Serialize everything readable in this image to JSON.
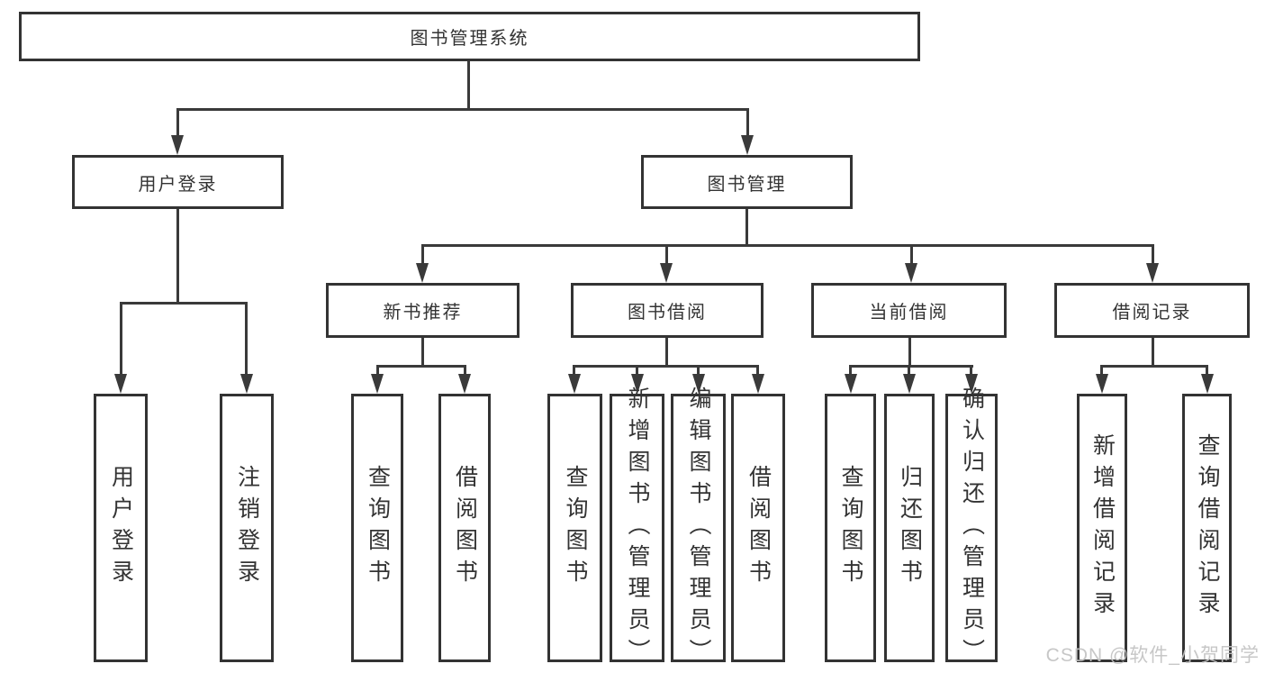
{
  "diagram": {
    "root": {
      "label": "图书管理系统"
    },
    "user_login": {
      "label": "用户登录",
      "children": [
        {
          "label": "用户登录"
        },
        {
          "label": "注销登录"
        }
      ]
    },
    "book_management": {
      "label": "图书管理",
      "children": [
        {
          "label": "新书推荐",
          "children": [
            {
              "label": "查询图书"
            },
            {
              "label": "借阅图书"
            }
          ]
        },
        {
          "label": "图书借阅",
          "children": [
            {
              "label": "查询图书"
            },
            {
              "label": "新增图书（管理员）"
            },
            {
              "label": "编辑图书（管理员）"
            },
            {
              "label": "借阅图书"
            }
          ]
        },
        {
          "label": "当前借阅",
          "children": [
            {
              "label": "查询图书"
            },
            {
              "label": "归还图书"
            },
            {
              "label": "确认归还（管理员）"
            }
          ]
        },
        {
          "label": "借阅记录",
          "children": [
            {
              "label": "新增借阅记录"
            },
            {
              "label": "查询借阅记录"
            }
          ]
        }
      ]
    },
    "watermark": {
      "text": "CSDN @软件_小贺同学"
    },
    "colors": {
      "line": "#3a3a3a",
      "text": "#333333",
      "watermark": "#c3c3c3",
      "background": "#ffffff"
    }
  }
}
